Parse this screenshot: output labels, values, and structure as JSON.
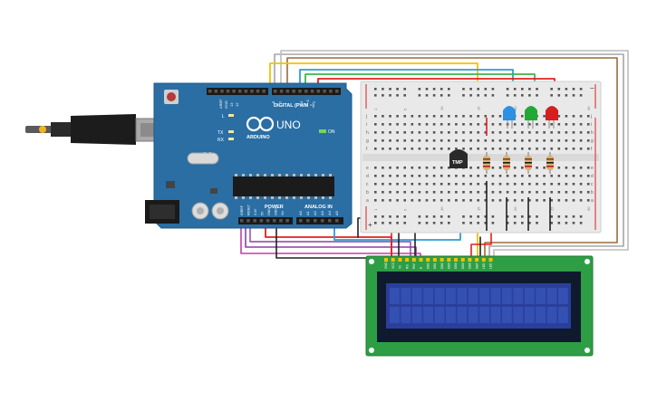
{
  "arduino": {
    "brand": "ARDUINO",
    "model": "UNO",
    "on_label": "ON",
    "digital_label": "DIGITAL (PWM ~)",
    "tx_label": "TX",
    "rx_label": "RX",
    "l_label": "L",
    "power_label": "POWER",
    "analog_label": "ANALOG IN",
    "aref_label": "AREF",
    "gnd_label": "GND",
    "pin13_label": "13",
    "pin12_label": "12",
    "pin8_label": "8",
    "pin7_label": "7",
    "pin4_label": "4",
    "pin3_label": "~3",
    "pin2_label": "2",
    "power_pins": [
      "IOREF",
      "RESET",
      "3.3V",
      "5V",
      "GND",
      "GND",
      "Vin"
    ],
    "analog_pins": [
      "A0",
      "A1",
      "A2",
      "A3",
      "A4",
      "A5"
    ]
  },
  "breadboard": {
    "row_letters_top": [
      "j",
      "i",
      "h",
      "g",
      "f"
    ],
    "row_letters_bottom": [
      "e",
      "d",
      "c",
      "b",
      "a"
    ],
    "column_numbers": [
      "1",
      "5",
      "10",
      "15",
      "20",
      "25",
      "30"
    ],
    "plus_label": "+",
    "minus_label": "−"
  },
  "sensor": {
    "label": "TMP"
  },
  "lcd": {
    "pin_labels": [
      "GND",
      "VCC",
      "V0",
      "RS",
      "RW",
      "E",
      "DB0",
      "DB1",
      "DB2",
      "DB3",
      "DB4",
      "DB5",
      "DB6",
      "DB7",
      "LED",
      "LED"
    ]
  },
  "colors": {
    "board_blue": "#2a6ea3",
    "breadboard": "#e9e9e9",
    "lcd_green": "#2e9e45",
    "lcd_screen": "#2a3f9b",
    "wire_red": "#e02020",
    "wire_black": "#222222",
    "wire_yellow": "#f2c200",
    "wire_blue": "#2a9fd8",
    "wire_green": "#3db54a",
    "wire_purple": "#8b3fa3",
    "wire_magenta": "#c43ea6",
    "wire_brown": "#9a6a3a",
    "wire_gray": "#9a9a9a",
    "led_blue": "#2f8fe0",
    "led_green": "#22a836",
    "led_red": "#d61f1f"
  }
}
